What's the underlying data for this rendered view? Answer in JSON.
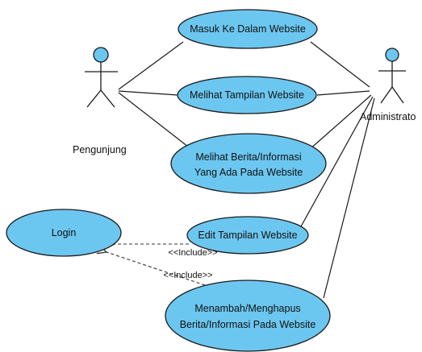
{
  "actors": {
    "visitor": "Pengunjung",
    "admin": "Administrato"
  },
  "use_cases": {
    "masuk": "Masuk Ke Dalam Website",
    "tampilan": "Melihat Tampilan Website",
    "berita_1": "Melihat Berita/Informasi",
    "berita_2": "Yang Ada Pada Website",
    "login": "Login",
    "edit": "Edit Tampilan Website",
    "tambah_1": "Menambah/Menghapus",
    "tambah_2": "Berita/Informasi Pada Website"
  },
  "relations": {
    "include_1": "<<Include>>",
    "include_2": "<<Include>>"
  },
  "colors": {
    "usecase_fill": "#6cc7f0",
    "outline": "#1a1a1a"
  }
}
